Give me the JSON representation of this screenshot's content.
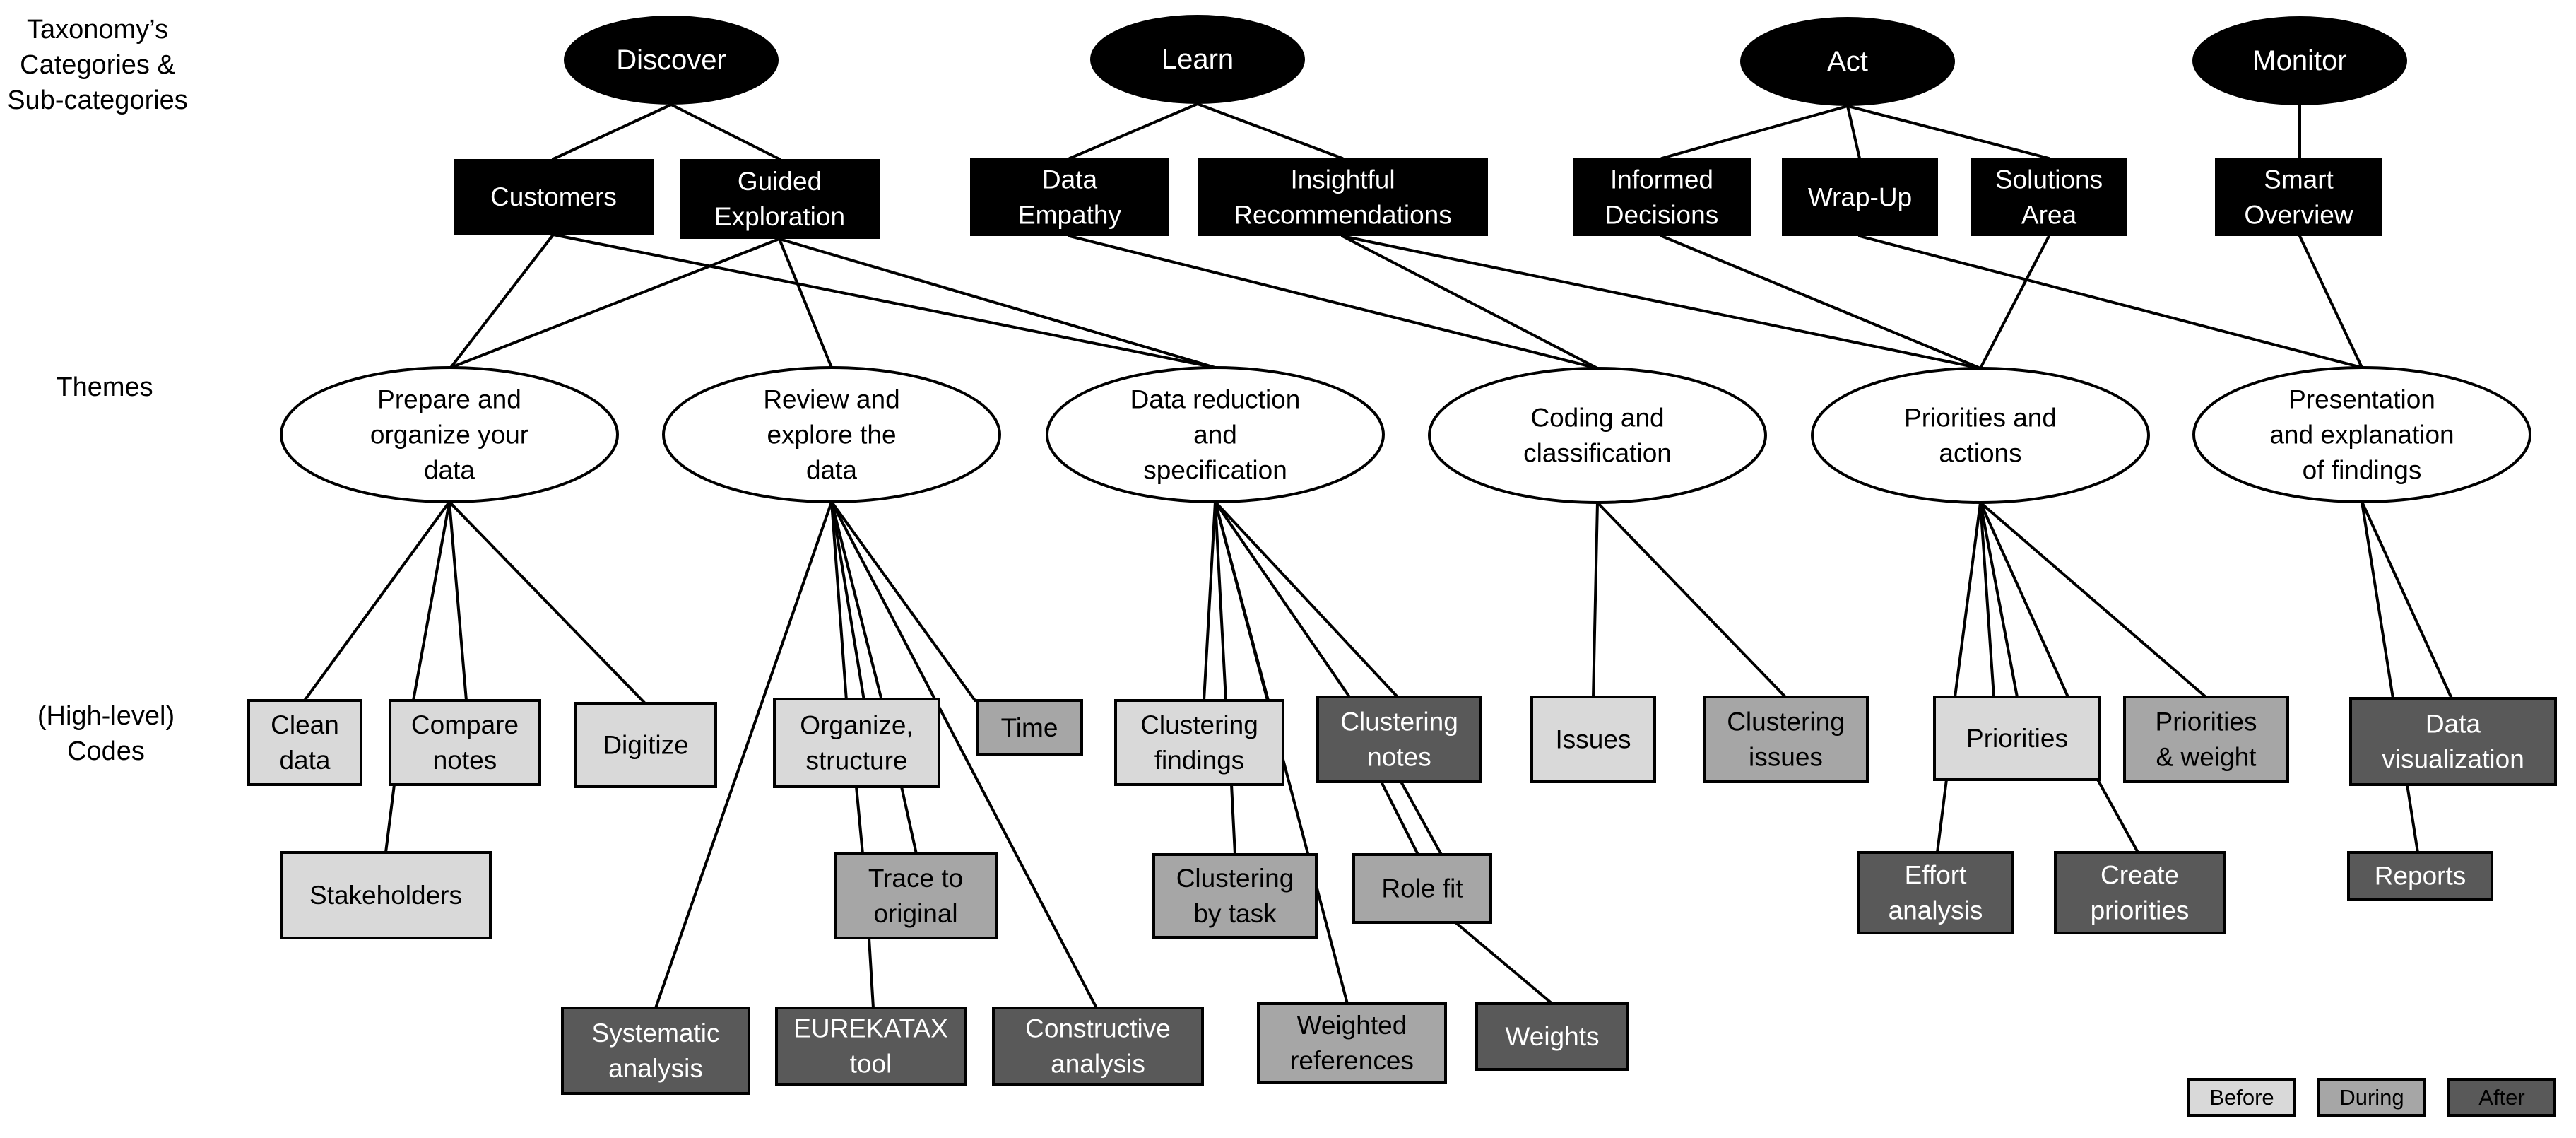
{
  "side_labels": {
    "taxonomy": [
      "Taxonomy’s",
      "Categories &",
      "Sub-categories"
    ],
    "themes": [
      "Themes"
    ],
    "codes": [
      "(High-level)",
      "Codes"
    ]
  },
  "categories": [
    {
      "id": "discover",
      "label": [
        "Discover"
      ]
    },
    {
      "id": "learn",
      "label": [
        "Learn"
      ]
    },
    {
      "id": "act",
      "label": [
        "Act"
      ]
    },
    {
      "id": "monitor",
      "label": [
        "Monitor"
      ]
    }
  ],
  "subcategories": [
    {
      "id": "customers",
      "label": [
        "Customers"
      ],
      "category": "discover"
    },
    {
      "id": "guided-exploration",
      "label": [
        "Guided",
        "Exploration"
      ],
      "category": "discover"
    },
    {
      "id": "data-empathy",
      "label": [
        "Data",
        "Empathy"
      ],
      "category": "learn"
    },
    {
      "id": "insightful-recommendations",
      "label": [
        "Insightful",
        "Recommendations"
      ],
      "category": "learn"
    },
    {
      "id": "informed-decisions",
      "label": [
        "Informed",
        "Decisions"
      ],
      "category": "act"
    },
    {
      "id": "wrap-up",
      "label": [
        "Wrap-Up"
      ],
      "category": "act"
    },
    {
      "id": "solutions-area",
      "label": [
        "Solutions",
        "Area"
      ],
      "category": "act"
    },
    {
      "id": "smart-overview",
      "label": [
        "Smart",
        "Overview"
      ],
      "category": "monitor"
    }
  ],
  "themes": [
    {
      "id": "prepare",
      "label": [
        "Prepare and",
        "organize your",
        "data"
      ]
    },
    {
      "id": "review",
      "label": [
        "Review and",
        "explore the",
        "data"
      ]
    },
    {
      "id": "reduction",
      "label": [
        "Data reduction",
        "and",
        "specification"
      ]
    },
    {
      "id": "coding",
      "label": [
        "Coding and",
        "classification"
      ]
    },
    {
      "id": "priorities-actions",
      "label": [
        "Priorities and",
        "actions"
      ]
    },
    {
      "id": "presentation",
      "label": [
        "Presentation",
        "and explanation",
        "of findings"
      ]
    }
  ],
  "codes": [
    {
      "id": "clean-data",
      "label": [
        "Clean",
        "data"
      ],
      "phase": "before"
    },
    {
      "id": "compare-notes",
      "label": [
        "Compare",
        "notes"
      ],
      "phase": "before"
    },
    {
      "id": "digitize",
      "label": [
        "Digitize"
      ],
      "phase": "before"
    },
    {
      "id": "stakeholders",
      "label": [
        "Stakeholders"
      ],
      "phase": "before"
    },
    {
      "id": "organize-structure",
      "label": [
        "Organize,",
        "structure"
      ],
      "phase": "before"
    },
    {
      "id": "time",
      "label": [
        "Time"
      ],
      "phase": "during"
    },
    {
      "id": "trace-to-original",
      "label": [
        "Trace to",
        "original"
      ],
      "phase": "during"
    },
    {
      "id": "systematic-analysis",
      "label": [
        "Systematic",
        "analysis"
      ],
      "phase": "after"
    },
    {
      "id": "eurekatax-tool",
      "label": [
        "EUREKATAX",
        "tool"
      ],
      "phase": "after"
    },
    {
      "id": "constructive-analysis",
      "label": [
        "Constructive",
        "analysis"
      ],
      "phase": "after"
    },
    {
      "id": "clustering-findings",
      "label": [
        "Clustering",
        "findings"
      ],
      "phase": "before"
    },
    {
      "id": "clustering-notes",
      "label": [
        "Clustering",
        "notes"
      ],
      "phase": "after"
    },
    {
      "id": "clustering-by-task",
      "label": [
        "Clustering",
        "by task"
      ],
      "phase": "during"
    },
    {
      "id": "role-fit",
      "label": [
        "Role fit"
      ],
      "phase": "during"
    },
    {
      "id": "weighted-references",
      "label": [
        "Weighted",
        "references"
      ],
      "phase": "during"
    },
    {
      "id": "weights",
      "label": [
        "Weights"
      ],
      "phase": "after"
    },
    {
      "id": "issues",
      "label": [
        "Issues"
      ],
      "phase": "before"
    },
    {
      "id": "clustering-issues",
      "label": [
        "Clustering",
        "issues"
      ],
      "phase": "during"
    },
    {
      "id": "priorities",
      "label": [
        "Priorities"
      ],
      "phase": "before"
    },
    {
      "id": "priorities-weight",
      "label": [
        "Priorities",
        "& weight"
      ],
      "phase": "during"
    },
    {
      "id": "effort-analysis",
      "label": [
        "Effort",
        "analysis"
      ],
      "phase": "after"
    },
    {
      "id": "create-priorities",
      "label": [
        "Create",
        "priorities"
      ],
      "phase": "after"
    },
    {
      "id": "data-visualization",
      "label": [
        "Data",
        "visualization"
      ],
      "phase": "after"
    },
    {
      "id": "reports",
      "label": [
        "Reports"
      ],
      "phase": "after"
    }
  ],
  "legend": [
    {
      "id": "before",
      "label": "Before"
    },
    {
      "id": "during",
      "label": "During"
    },
    {
      "id": "after",
      "label": "After"
    }
  ],
  "colors": {
    "before": "#d9d9d9",
    "during": "#a6a6a6",
    "after": "#595959",
    "category_fill": "#000000",
    "theme_fill": "#ffffff",
    "line": "#000000"
  }
}
